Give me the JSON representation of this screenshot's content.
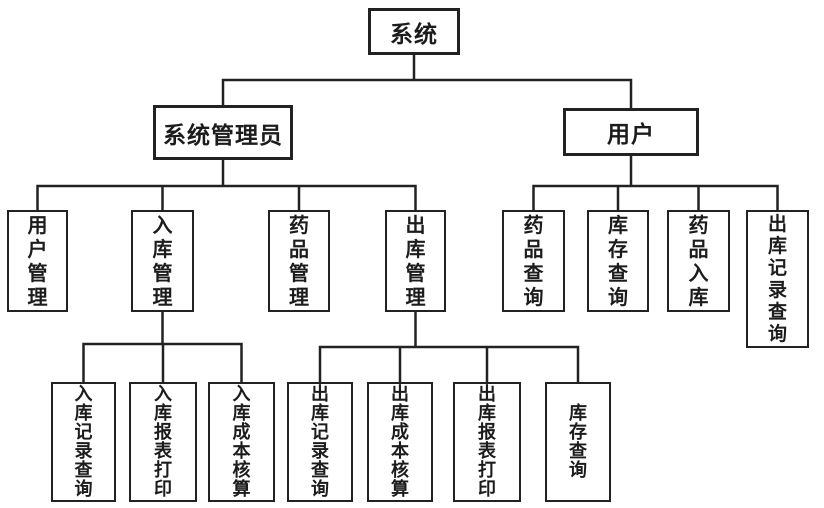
{
  "colors": {
    "background": "#ffffff",
    "line": "#222222",
    "box_border": "#222222",
    "text": "#1c1c1c"
  },
  "tree": {
    "root": {
      "label": "系统"
    },
    "branches": [
      {
        "label": "系统管理员",
        "children": [
          {
            "label": "用户管理",
            "children": []
          },
          {
            "label": "入库管理",
            "children": [
              {
                "label": "入库记录查询"
              },
              {
                "label": "入库报表打印"
              },
              {
                "label": "入库成本核算"
              }
            ]
          },
          {
            "label": "药品管理",
            "children": []
          },
          {
            "label": "出库管理",
            "children": [
              {
                "label": "出库记录查询"
              },
              {
                "label": "出库成本核算"
              },
              {
                "label": "出库报表打印"
              },
              {
                "label": "库存查询"
              }
            ]
          }
        ]
      },
      {
        "label": "用户",
        "children": [
          {
            "label": "药品查询"
          },
          {
            "label": "库存查询"
          },
          {
            "label": "药品入库"
          },
          {
            "label": "出库记录查询"
          }
        ]
      }
    ]
  }
}
